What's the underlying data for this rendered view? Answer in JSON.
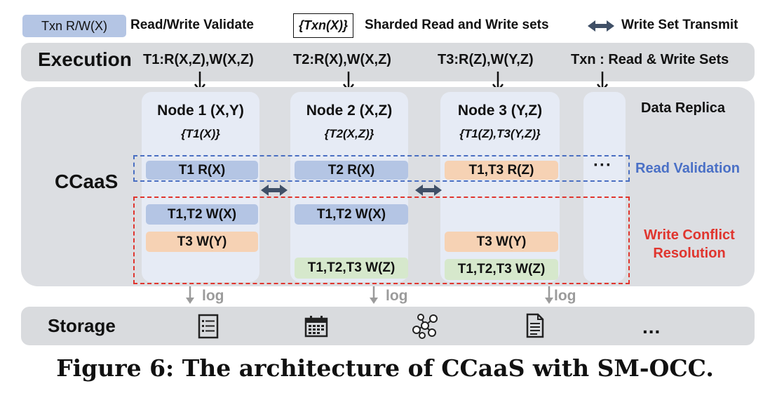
{
  "legend": {
    "swatch_label": "Txn R/W(X)",
    "swatch_text": "Read/Write Validate",
    "box_label": "{Txn(X)}",
    "box_text": "Sharded Read and Write sets",
    "transmit_text": "Write Set Transmit"
  },
  "execution": {
    "title": "Execution",
    "txns": [
      "T1:R(X,Z),W(X,Z)",
      "T2:R(X),W(X,Z)",
      "T3:R(Z),W(Y,Z)",
      "Txn : Read & Write Sets"
    ]
  },
  "ccaas": {
    "label": "CCaaS",
    "data_replica": "Data Replica",
    "read_validation": "Read Validation",
    "write_conflict": "Write Conflict Resolution",
    "ellipsis": "···",
    "nodes": [
      {
        "title": "Node 1 (X,Y)",
        "shards": "{T1(X)}",
        "read": "T1 R(X)",
        "write_1": "T1,T2 W(X)",
        "write_2": "T3 W(Y)"
      },
      {
        "title": "Node 2 (X,Z)",
        "shards": "{T2(X,Z)}",
        "read": "T2 R(X)",
        "write_1": "T1,T2 W(X)",
        "write_2": "T1,T2,T3 W(Z)"
      },
      {
        "title": "Node 3 (Y,Z)",
        "shards": "{T1(Z),T3(Y,Z)}",
        "read": "T1,T3 R(Z)",
        "write_1": "T3 W(Y)",
        "write_2": "T1,T2,T3 W(Z)"
      }
    ]
  },
  "log_label": "log",
  "storage": {
    "title": "Storage",
    "icons": [
      "list-document-icon",
      "calendar-icon",
      "network-graph-icon",
      "text-document-icon"
    ],
    "ellipsis": "..."
  },
  "caption": "Figure 6: The architecture of CCaaS with SM-OCC.",
  "colors": {
    "blue_chip": "#b4c5e4",
    "orange_chip": "#f6d2b4",
    "green_chip": "#d6e8cc",
    "read_validation": "#4a70c6",
    "write_conflict": "#e0352e",
    "band": "#d9dbde",
    "node": "#e6ebf5"
  }
}
